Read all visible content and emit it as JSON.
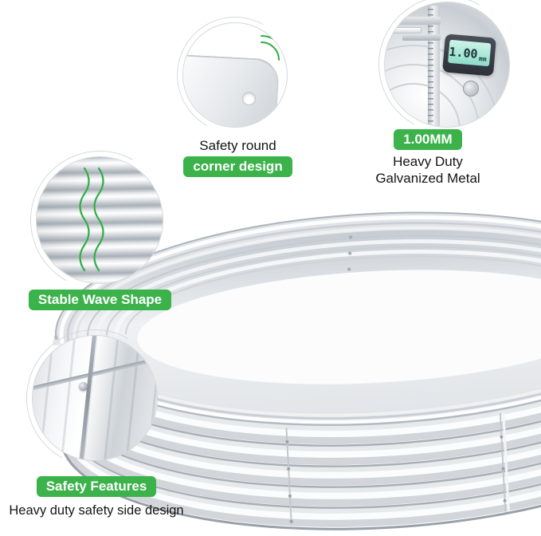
{
  "colors": {
    "accent_green": "#3bb24a",
    "metal_light": "#f6f7f9",
    "metal_dark": "#aab0b7"
  },
  "callouts": {
    "corner": {
      "heading": "Safety round",
      "badge": "corner design"
    },
    "thickness": {
      "badge": "1.00MM",
      "heading_line1": "Heavy Duty",
      "heading_line2": "Galvanized Metal",
      "caliper": {
        "reading": "1.00",
        "unit": "mm"
      }
    },
    "wave": {
      "badge": "Stable Wave Shape"
    },
    "side": {
      "badge": "Safety Features",
      "caption": "Heavy duty safety side design"
    }
  }
}
